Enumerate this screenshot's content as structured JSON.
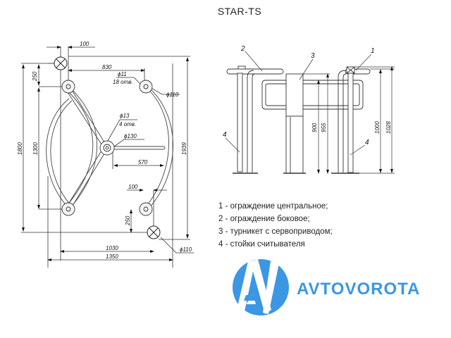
{
  "title": "STAR-TS",
  "plan_view": {
    "dimensions": {
      "offset_top": "100",
      "spacing_top": "830",
      "hole_diameter": "ϕ11",
      "hole_count": "18 отв.",
      "post_diameter": "ϕ110",
      "bolt_diameter": "ϕ13",
      "bolt_count": "4 отв.",
      "hub_diameter": "ϕ130",
      "arm_length": "570",
      "offset_bottom": "100",
      "vertical_offset_top": "250",
      "vertical_offset_bottom": "250",
      "height_outer": "1800",
      "height_inner": "1300",
      "height_total": "1939",
      "width_inner": "1030",
      "width_total": "1350",
      "reader_diameter": "ϕ110"
    }
  },
  "side_view": {
    "callouts": [
      "1",
      "2",
      "3",
      "4",
      "4"
    ],
    "dimensions": {
      "h900": "900",
      "h955": "955",
      "h1000": "1000",
      "h1028": "1028"
    }
  },
  "legend": [
    "1 - ограждение центральное;",
    "2 - ограждение боковое;",
    "3 - турникет с сервоприводом;",
    "4 - стойки считывателя"
  ],
  "logo": {
    "text": "AVTOVOROTA",
    "color": "#3b97e3"
  }
}
